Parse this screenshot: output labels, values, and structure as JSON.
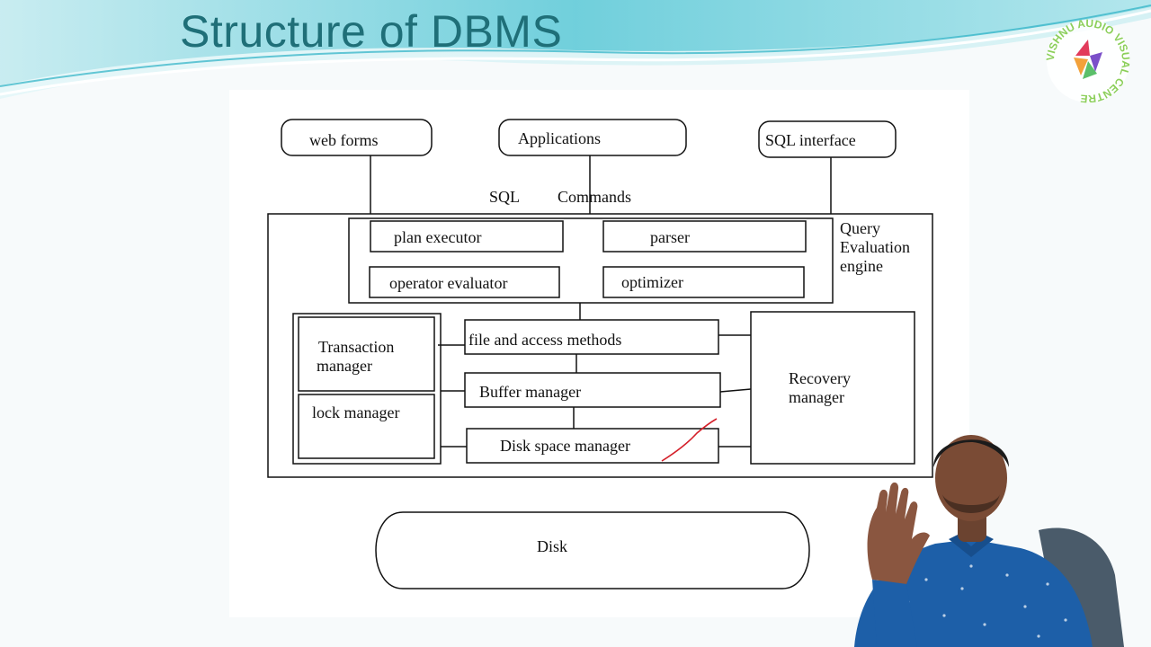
{
  "slide": {
    "title": "Structure of DBMS"
  },
  "logo": {
    "ring_text": "VISHNU AUDIO VISUAL CENTRE",
    "colors": [
      "#e23b5b",
      "#7b4fc9",
      "#f2a13a",
      "#5bbf6a"
    ]
  },
  "diagram": {
    "interfaces": {
      "web_forms": "web forms",
      "applications": "Applications",
      "sql_interface": "SQL interface"
    },
    "sql_commands": {
      "sql": "SQL",
      "commands": "Commands"
    },
    "query_engine": {
      "label_line1": "Query",
      "label_line2": "Evaluation",
      "label_line3": "engine",
      "plan_executor": "plan executor",
      "parser": "parser",
      "operator_evaluator": "operator evaluator",
      "optimizer": "optimizer"
    },
    "storage": {
      "transaction_line1": "Transaction",
      "transaction_line2": "manager",
      "lock_manager": "lock manager",
      "file_access": "file and access methods",
      "buffer_manager": "Buffer manager",
      "disk_space_manager": "Disk space manager",
      "recovery_line1": "Recovery",
      "recovery_line2": "manager"
    },
    "disk": "Disk"
  },
  "colors": {
    "title": "#1f6f78",
    "wave_teal": "#2ab0c4",
    "annotation_red": "#d4202a",
    "shirt_blue": "#1d5fa8"
  }
}
